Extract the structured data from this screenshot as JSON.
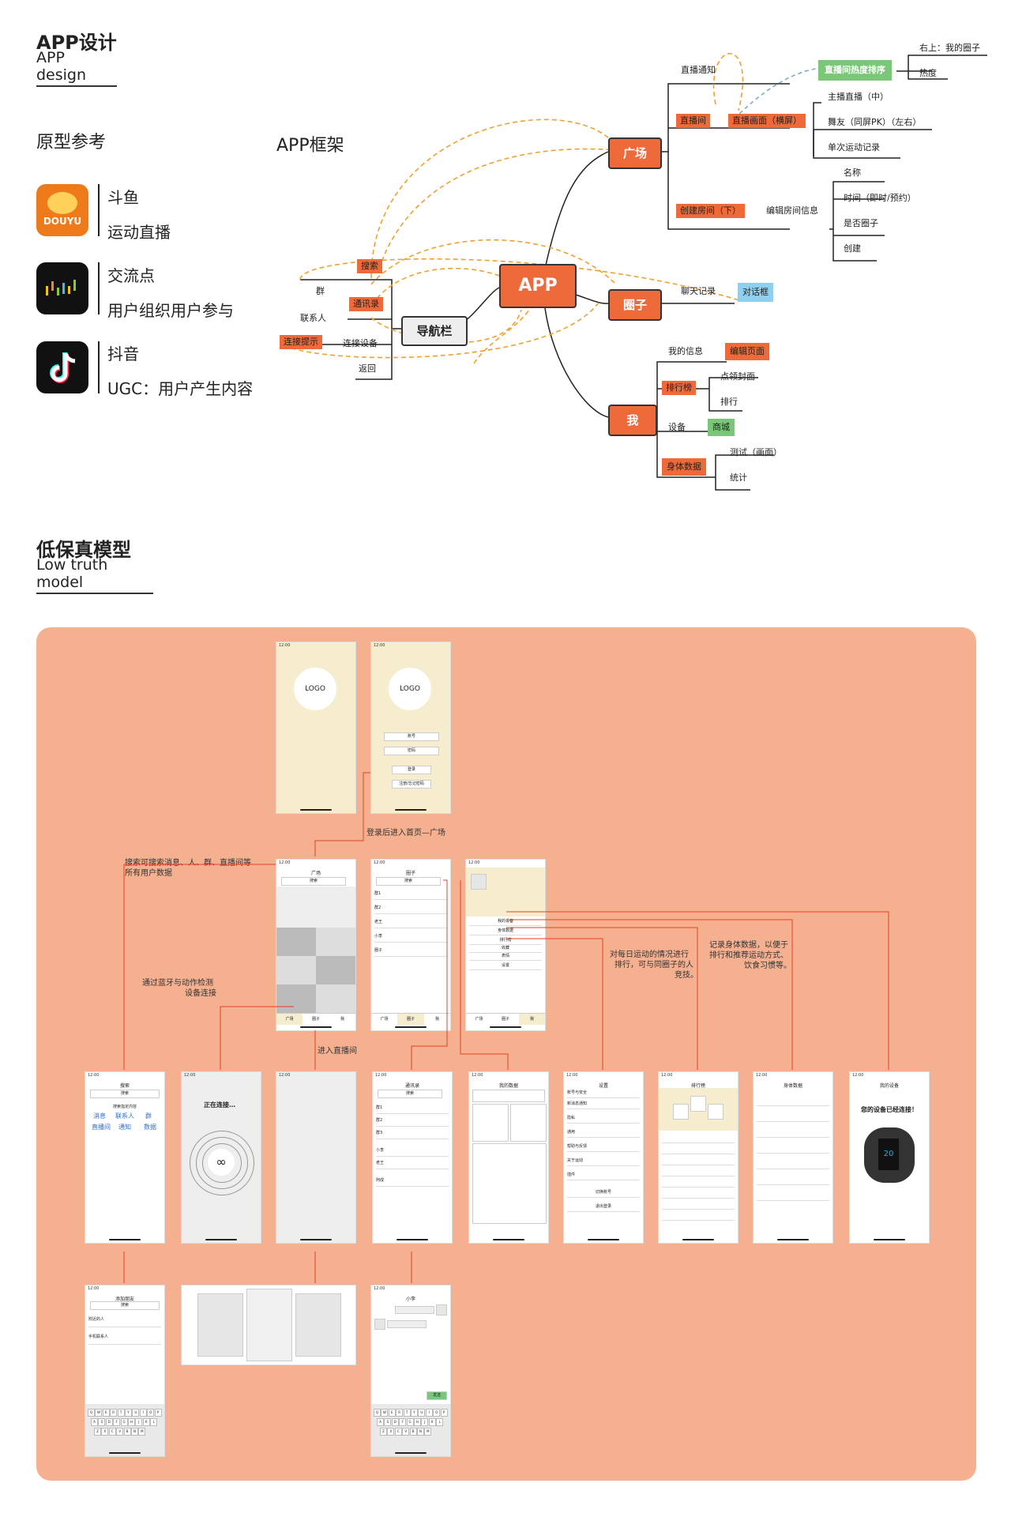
{
  "header": {
    "title_zh": "APP设计",
    "title_en": "APP design"
  },
  "prototype": {
    "heading": "原型参考",
    "items": [
      {
        "name": "斗鱼",
        "desc": "运动直播",
        "logo_text": "DOUYU"
      },
      {
        "name": "交流点",
        "desc": "用户组织用户参与"
      },
      {
        "name": "抖音",
        "desc": "UGC：用户产生内容"
      }
    ]
  },
  "framework": {
    "heading": "APP框架",
    "center": "APP",
    "nav": "导航栏",
    "nav_children": [
      "搜索",
      "群",
      "通讯录",
      "联系人",
      "连接提示",
      "连接设备",
      "返回"
    ],
    "plaza": {
      "label": "广场",
      "children": [
        "直播通知",
        "直播间",
        "直播画面（横屏）",
        "直播间热度排序",
        "右上：我的圈子",
        "热度",
        "主播直播（中）",
        "舞友（同屏PK）（左右）",
        "单次运动记录",
        "创建房间（下）",
        "编辑房间信息",
        "名称",
        "时间（即时/预约）",
        "是否圈子",
        "创建"
      ]
    },
    "circle": {
      "label": "圈子",
      "children": [
        "聊天记录",
        "对话框"
      ]
    },
    "me": {
      "label": "我",
      "children": [
        "我的信息",
        "编辑页面",
        "排行榜",
        "点领封面",
        "排行",
        "设备",
        "商城",
        "身体数据",
        "测试（画面）",
        "统计"
      ]
    }
  },
  "lowfi": {
    "heading_zh": "低保真模型",
    "heading_en": "Low truth model",
    "notes": {
      "login": "登录后进入首页—广场",
      "search": "搜索可搜索消息、人、群、直播间等",
      "search2": "所有用户数据",
      "bt1": "通过蓝牙与动作检测",
      "bt2": "设备连接",
      "live": "进入直播间",
      "rank1": "对每日运动的情况进行",
      "rank2": "排行，可与同圈子的人",
      "rank3": "竞技。",
      "body1": "记录身体数据，以便于",
      "body2": "排行和推荐运动方式、",
      "body3": "饮食习惯等。"
    },
    "screens": {
      "time": "12:00",
      "logo": "LOGO",
      "login_fields": [
        "账号",
        "密码",
        "登录",
        "注册/忘记密码"
      ],
      "plaza_title": "广场",
      "search_hint": "搜索",
      "tabs": [
        "广场",
        "圈子",
        "我"
      ],
      "circle_title": "圈子",
      "circle_rows": [
        "群1",
        "群2",
        "老王",
        "小李",
        "圈子"
      ],
      "me_rows": [
        "我的设备",
        "身体数据",
        "排行榜",
        "收藏",
        "表情",
        "设置"
      ],
      "search_title": "搜索",
      "search_cats": [
        "消息",
        "联系人",
        "群",
        "直播间",
        "通知",
        "数据"
      ],
      "search_sub": "搜索指定内容",
      "connecting": "正在连接…",
      "contacts_title": "通讯录",
      "contacts_rows": [
        "群1",
        "群2",
        "群3",
        "小李",
        "老王",
        "阿成"
      ],
      "mydata_title": "我的数据",
      "settings_title": "设置",
      "settings_rows": [
        "账号与安全",
        "新消息通知",
        "隐私",
        "通用",
        "帮助与反馈",
        "关于运动",
        "插件"
      ],
      "settings_btns": [
        "切换账号",
        "退出登录"
      ],
      "rank_title": "排行榜",
      "body_title": "身体数据",
      "device_title": "我的设备",
      "device_msg": "您的设备已经连接！",
      "addfriend_title": "添加朋友",
      "addfriend_rows": [
        "附近的人",
        "手机联系人"
      ],
      "chat_title": "小李",
      "chat_send": "发送",
      "watch_time": "20"
    }
  }
}
